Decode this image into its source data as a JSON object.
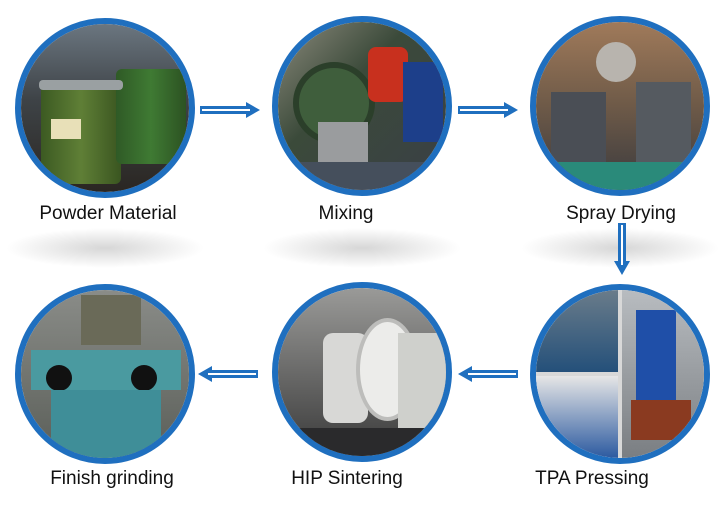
{
  "accent_color": "#1f6fbf",
  "steps": [
    {
      "label": "Powder Material",
      "icon": "powder-drums-photo"
    },
    {
      "label": "Mixing",
      "icon": "mixing-machine-photo"
    },
    {
      "label": "Spray Drying",
      "icon": "spray-dryer-photo"
    },
    {
      "label": "TPA Pressing",
      "icon": "press-machine-photo"
    },
    {
      "label": "HIP Sintering",
      "icon": "sintering-furnace-photo"
    },
    {
      "label": "Finish grinding",
      "icon": "grinding-machine-photo"
    }
  ],
  "flow": [
    "Powder Material → Mixing",
    "Mixing → Spray Drying",
    "Spray Drying → TPA Pressing",
    "TPA Pressing → HIP Sintering",
    "HIP Sintering → Finish grinding"
  ]
}
